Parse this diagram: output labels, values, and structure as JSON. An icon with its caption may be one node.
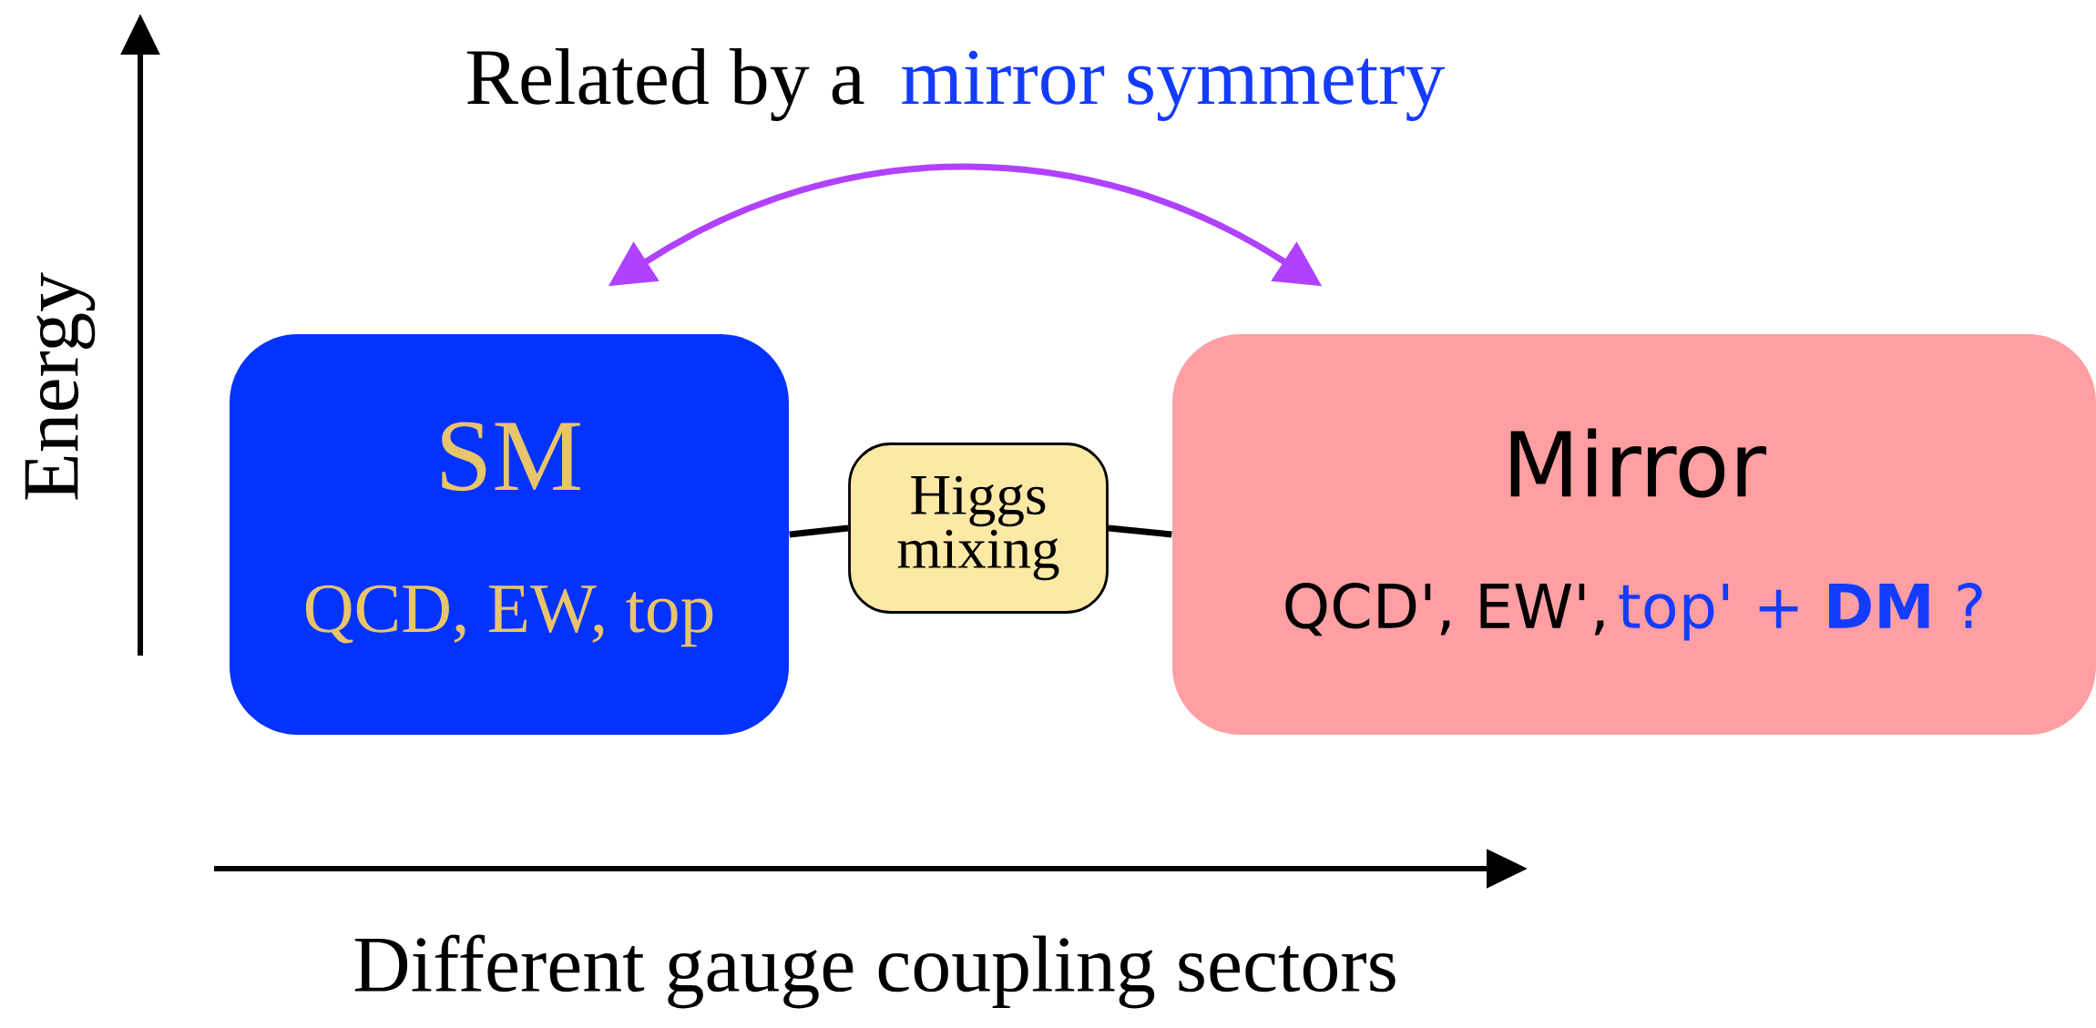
{
  "diagram": {
    "nodes": [
      {
        "text": [
          "SM",
          "QCD, EW, top"
        ]
      },
      {
        "text": [
          "Higgs mixing"
        ]
      },
      {
        "text": [
          "Mirror",
          "QCD', EW',",
          "top' + **DM** ?"
        ]
      }
    ],
    "edges": [
      {
        "from": 0,
        "to": 1,
        "arrow": "none"
      },
      {
        "from": 1,
        "to": 2,
        "arrow": "none"
      },
      {
        "from": 0,
        "to": 2,
        "arrow": "both",
        "color": "#b042ff"
      }
    ],
    "labels": [
      "Related by a",
      "mirror symmetry",
      "Energy",
      "Different gauge coupling sectors"
    ]
  }
}
